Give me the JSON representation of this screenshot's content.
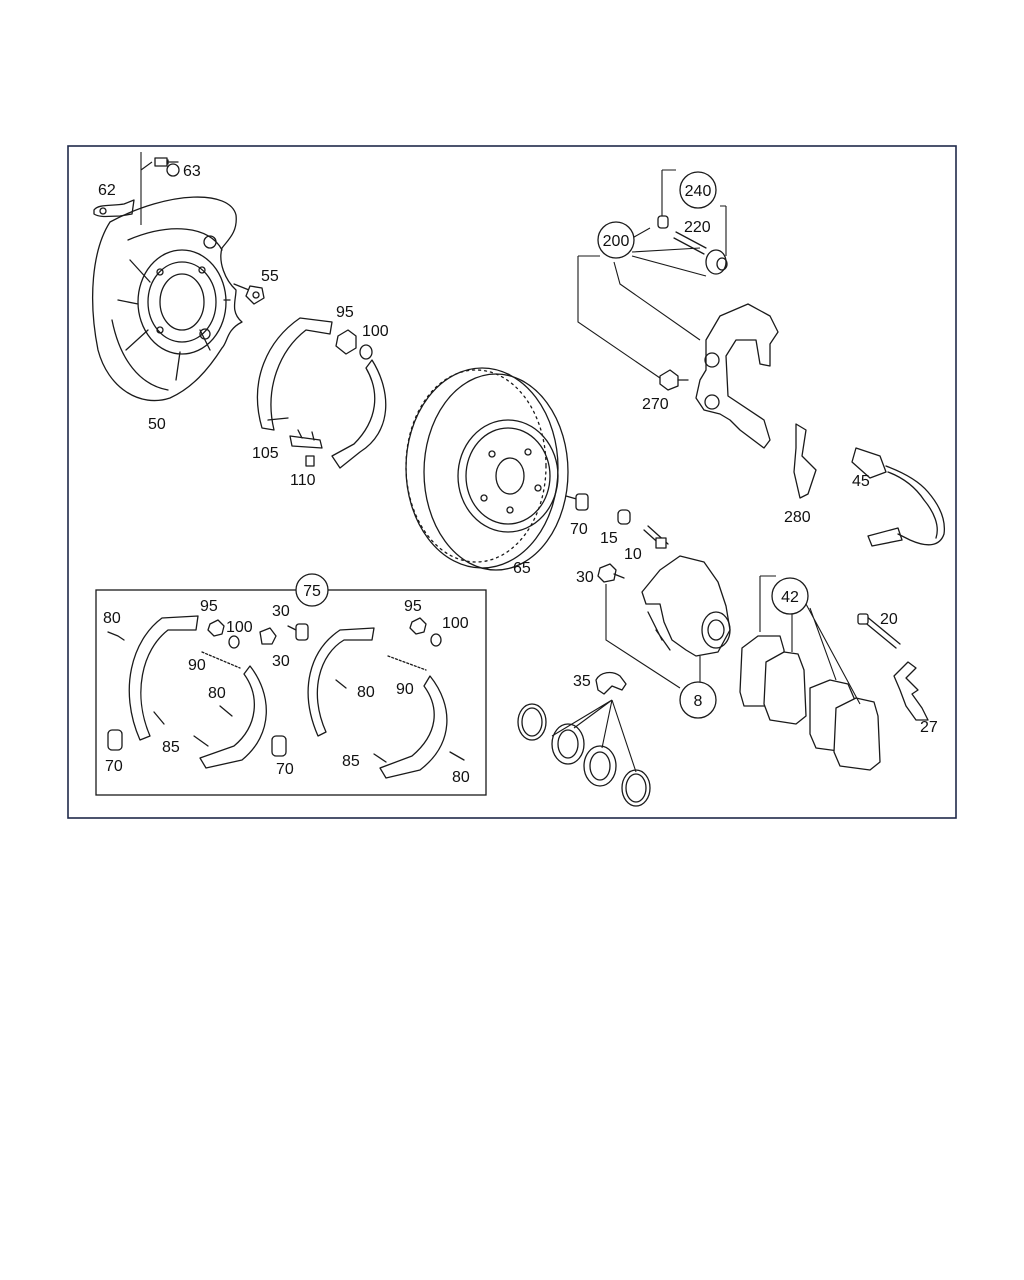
{
  "labels": {
    "l63": "63",
    "l62": "62",
    "l55": "55",
    "l50": "50",
    "l95a": "95",
    "l100a": "100",
    "l105": "105",
    "l110": "110",
    "l65": "65",
    "l70a": "70",
    "l15": "15",
    "l10": "10",
    "l240": "240",
    "l220": "220",
    "l200": "200",
    "l270": "270",
    "l280": "280",
    "l45": "45",
    "l30a": "30",
    "l8": "8",
    "l35": "35",
    "l42": "42",
    "l20": "20",
    "l27": "27",
    "l75": "75",
    "l80a": "80",
    "l95b": "95",
    "l100b": "100",
    "l30b": "30",
    "l90a": "90",
    "l30c": "30",
    "l80b": "80",
    "l85a": "85",
    "l70b": "70",
    "l70c": "70",
    "l95c": "95",
    "l100c": "100",
    "l80c": "80",
    "l90b": "90",
    "l85b": "85",
    "l80d": "80"
  }
}
